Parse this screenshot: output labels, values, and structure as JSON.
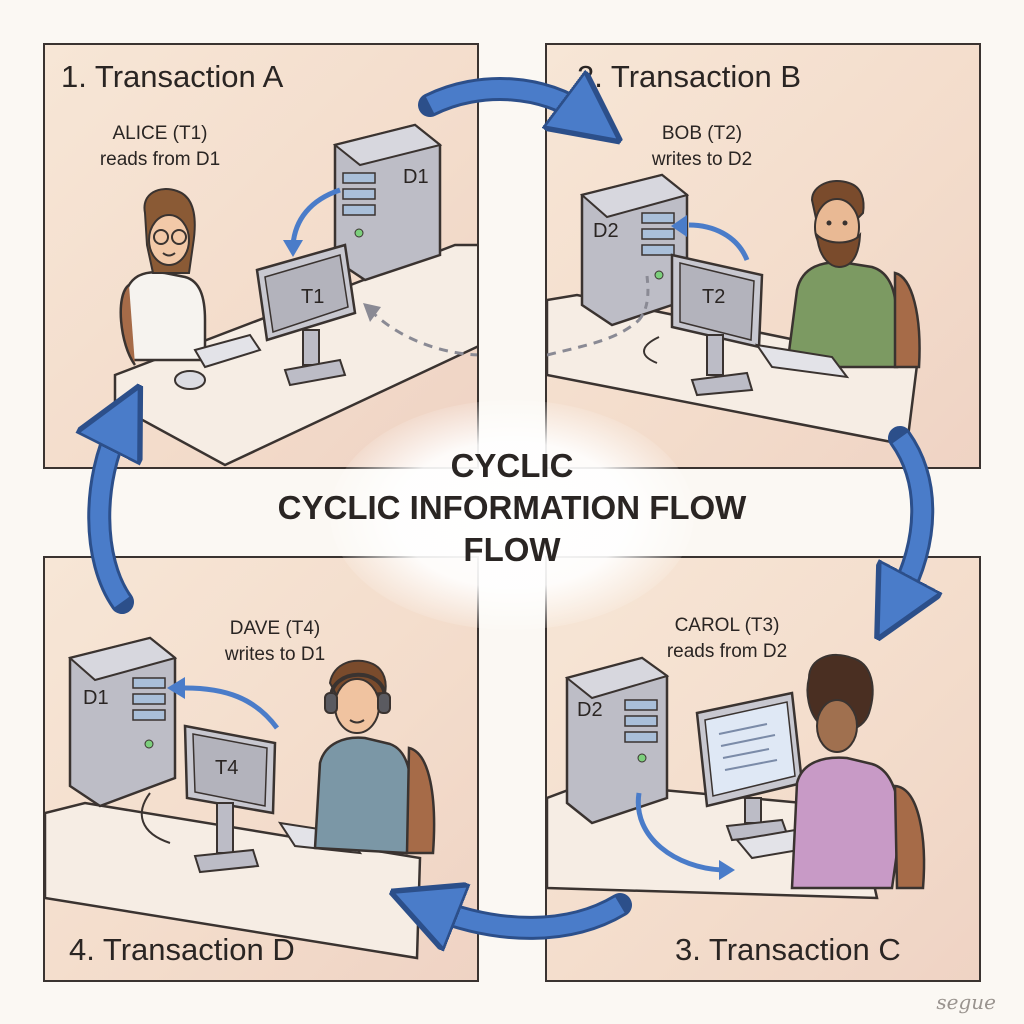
{
  "title_lines": [
    "CYCLIC",
    "CYCLIC INFORMATION FLOW",
    "FLOW"
  ],
  "panels": {
    "a": {
      "title": "1. Transaction A",
      "name": "ALICE (T1)",
      "action": "reads from D1",
      "server": "D1",
      "monitor": "T1"
    },
    "b": {
      "title": "2. Transaction B",
      "name": "BOB (T2)",
      "action": "writes to D2",
      "server": "D2",
      "monitor": "T2"
    },
    "c": {
      "title": "3. Transaction C",
      "name": "CAROL (T3)",
      "action": "reads from D2",
      "server": "D2",
      "monitor": ""
    },
    "d": {
      "title": "4. Transaction D",
      "name": "DAVE (T4)",
      "action": "writes to D1",
      "server": "D1",
      "monitor": "T4"
    }
  },
  "signature": "segue",
  "colors": {
    "arrow": "#4a7cc9",
    "arrow_outline": "#2c4f8a",
    "panel": "#f5e1d1",
    "ink": "#2a2523"
  }
}
